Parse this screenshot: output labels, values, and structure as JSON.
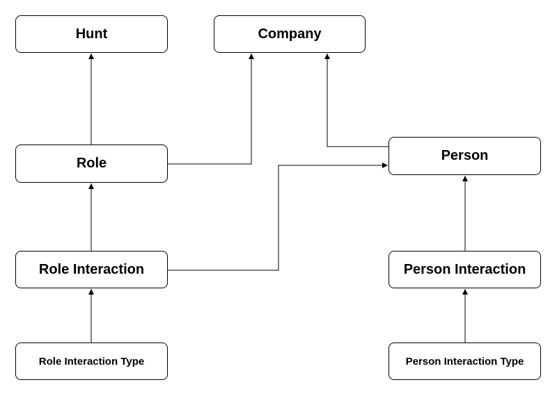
{
  "nodes": {
    "hunt": {
      "label": "Hunt"
    },
    "company": {
      "label": "Company"
    },
    "role": {
      "label": "Role"
    },
    "person": {
      "label": "Person"
    },
    "role_interaction": {
      "label": "Role Interaction"
    },
    "person_interaction": {
      "label": "Person Interaction"
    },
    "role_interaction_type": {
      "label": "Role Interaction Type"
    },
    "person_interaction_type": {
      "label": "Person Interaction Type"
    }
  },
  "edges": [
    {
      "from": "role",
      "to": "hunt"
    },
    {
      "from": "role",
      "to": "company"
    },
    {
      "from": "person",
      "to": "company"
    },
    {
      "from": "role_interaction",
      "to": "role"
    },
    {
      "from": "role_interaction",
      "to": "person"
    },
    {
      "from": "person_interaction",
      "to": "person"
    },
    {
      "from": "role_interaction_type",
      "to": "role_interaction"
    },
    {
      "from": "person_interaction_type",
      "to": "person_interaction"
    }
  ],
  "colors": {
    "stroke": "#000000",
    "node_fill": "#ffffff",
    "text": "#000000"
  }
}
